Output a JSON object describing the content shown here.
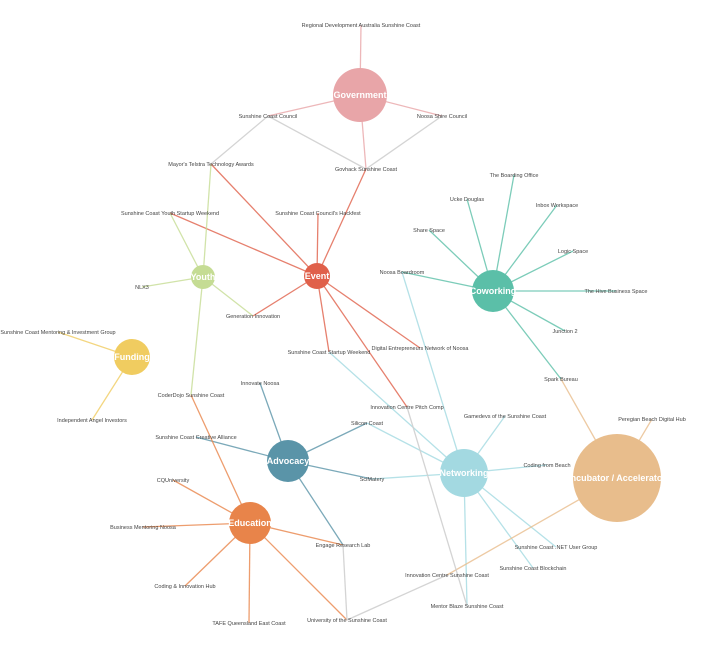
{
  "hubs": [
    {
      "id": "government",
      "label": "Government",
      "color": "#e8a5a8"
    },
    {
      "id": "event",
      "label": "Event",
      "color": "#e0604a"
    },
    {
      "id": "youth",
      "label": "Youth",
      "color": "#c5dc94"
    },
    {
      "id": "coworking",
      "label": "Coworking",
      "color": "#5bbfa8"
    },
    {
      "id": "funding",
      "label": "Funding",
      "color": "#f0cc60"
    },
    {
      "id": "advocacy",
      "label": "Advocacy",
      "color": "#5a94a8"
    },
    {
      "id": "networking",
      "label": "Networking",
      "color": "#a3d9e1"
    },
    {
      "id": "incubator",
      "label": "Incubator / Accelerator",
      "color": "#e8bd8c"
    },
    {
      "id": "education",
      "label": "Education",
      "color": "#e8844a"
    }
  ],
  "leaves": [
    {
      "id": "rda",
      "label": "Regional Development Australia Sunshine Coast"
    },
    {
      "id": "scc",
      "label": "Sunshine Coast Council"
    },
    {
      "id": "nsc",
      "label": "Noosa Shire Council"
    },
    {
      "id": "mayor",
      "label": "Mayor's Telstra Technology Awards"
    },
    {
      "id": "govhack",
      "label": "Govhack Sunshine Coast"
    },
    {
      "id": "ysw",
      "label": "Sunshine Coast Youth Startup Weekend"
    },
    {
      "id": "hackfest",
      "label": "Sunshine Coast Council's Hackfest"
    },
    {
      "id": "nlx3",
      "label": "NLX3"
    },
    {
      "id": "geninno",
      "label": "Generation Innovation"
    },
    {
      "id": "scmig",
      "label": "Sunshine Coast Mentoring & Investment Group"
    },
    {
      "id": "angel",
      "label": "Independent Angel Investors"
    },
    {
      "id": "coderdojo",
      "label": "CoderDojo Sunshine Coast"
    },
    {
      "id": "innovatenoosa",
      "label": "Innovate Noosa"
    },
    {
      "id": "scsw",
      "label": "Sunshine Coast Startup Weekend"
    },
    {
      "id": "denn",
      "label": "Digital Entrepreneurs Network of Noosa"
    },
    {
      "id": "pitch",
      "label": "Innovation Centre Pitch Comp"
    },
    {
      "id": "silicon",
      "label": "Silicon Coast"
    },
    {
      "id": "creative",
      "label": "Sunshine Coast Creative Alliance"
    },
    {
      "id": "scimatery",
      "label": "SciMatery"
    },
    {
      "id": "cqu",
      "label": "CQUniversity"
    },
    {
      "id": "bmn",
      "label": "Business Mentoring Noosa"
    },
    {
      "id": "engage",
      "label": "Engage Research Lab"
    },
    {
      "id": "cih",
      "label": "Coding & Innovation Hub"
    },
    {
      "id": "tafe",
      "label": "TAFE Queensland East Coast"
    },
    {
      "id": "usc",
      "label": "University of the Sunshine Coast"
    },
    {
      "id": "icsc",
      "label": "Innovation Centre Sunshine Coast"
    },
    {
      "id": "mentorblaze",
      "label": "Mentor Blaze Sunshine Coast"
    },
    {
      "id": "blockchain",
      "label": "Sunshine Coast Blockchain"
    },
    {
      "id": "dotnet",
      "label": "Sunshine Coast .NET User Group"
    },
    {
      "id": "codingbeach",
      "label": "Coding from Beach"
    },
    {
      "id": "gamedevs",
      "label": "Gamedevs of the Sunshine Coast"
    },
    {
      "id": "peregian",
      "label": "Peregian Beach Digital Hub"
    },
    {
      "id": "spark",
      "label": "Spark Bureau"
    },
    {
      "id": "junction2",
      "label": "Junction 2"
    },
    {
      "id": "hive",
      "label": "The Hive Business Space"
    },
    {
      "id": "logic",
      "label": "Logic Space"
    },
    {
      "id": "inbox",
      "label": "Inbox Workspace"
    },
    {
      "id": "boarding",
      "label": "The Boarding Office"
    },
    {
      "id": "ucke",
      "label": "Ucke Douglas"
    },
    {
      "id": "share",
      "label": "Share Space"
    },
    {
      "id": "noosaboard",
      "label": "Noosa Boardroom"
    }
  ],
  "edges": [
    [
      "government",
      "rda"
    ],
    [
      "government",
      "scc"
    ],
    [
      "government",
      "nsc"
    ],
    [
      "government",
      "govhack"
    ],
    [
      "scc",
      "mayor"
    ],
    [
      "scc",
      "govhack"
    ],
    [
      "nsc",
      "govhack"
    ],
    [
      "event",
      "govhack"
    ],
    [
      "event",
      "hackfest"
    ],
    [
      "event",
      "ysw"
    ],
    [
      "event",
      "mayor"
    ],
    [
      "event",
      "geninno"
    ],
    [
      "event",
      "scsw"
    ],
    [
      "event",
      "pitch"
    ],
    [
      "event",
      "denn"
    ],
    [
      "youth",
      "mayor"
    ],
    [
      "youth",
      "ysw"
    ],
    [
      "youth",
      "nlx3"
    ],
    [
      "youth",
      "geninno"
    ],
    [
      "youth",
      "coderdojo"
    ],
    [
      "funding",
      "scmig"
    ],
    [
      "funding",
      "angel"
    ],
    [
      "coworking",
      "share"
    ],
    [
      "coworking",
      "ucke"
    ],
    [
      "coworking",
      "boarding"
    ],
    [
      "coworking",
      "inbox"
    ],
    [
      "coworking",
      "logic"
    ],
    [
      "coworking",
      "hive"
    ],
    [
      "coworking",
      "junction2"
    ],
    [
      "coworking",
      "spark"
    ],
    [
      "coworking",
      "noosaboard"
    ],
    [
      "advocacy",
      "innovatenoosa"
    ],
    [
      "advocacy",
      "silicon"
    ],
    [
      "advocacy",
      "creative"
    ],
    [
      "advocacy",
      "scimatery"
    ],
    [
      "advocacy",
      "engage"
    ],
    [
      "education",
      "coderdojo"
    ],
    [
      "education",
      "cqu"
    ],
    [
      "education",
      "bmn"
    ],
    [
      "education",
      "engage"
    ],
    [
      "education",
      "cih"
    ],
    [
      "education",
      "tafe"
    ],
    [
      "education",
      "usc"
    ],
    [
      "networking",
      "noosaboard"
    ],
    [
      "networking",
      "silicon"
    ],
    [
      "networking",
      "scsw"
    ],
    [
      "networking",
      "gamedevs"
    ],
    [
      "networking",
      "codingbeach"
    ],
    [
      "networking",
      "scimatery"
    ],
    [
      "networking",
      "dotnet"
    ],
    [
      "networking",
      "blockchain"
    ],
    [
      "networking",
      "mentorblaze"
    ],
    [
      "incubator",
      "spark"
    ],
    [
      "incubator",
      "peregian"
    ],
    [
      "incubator",
      "icsc"
    ],
    [
      "icsc",
      "usc"
    ],
    [
      "engage",
      "usc"
    ],
    [
      "pitch",
      "mentorblaze"
    ]
  ],
  "neutral_edge_color": "#cfcfcf"
}
